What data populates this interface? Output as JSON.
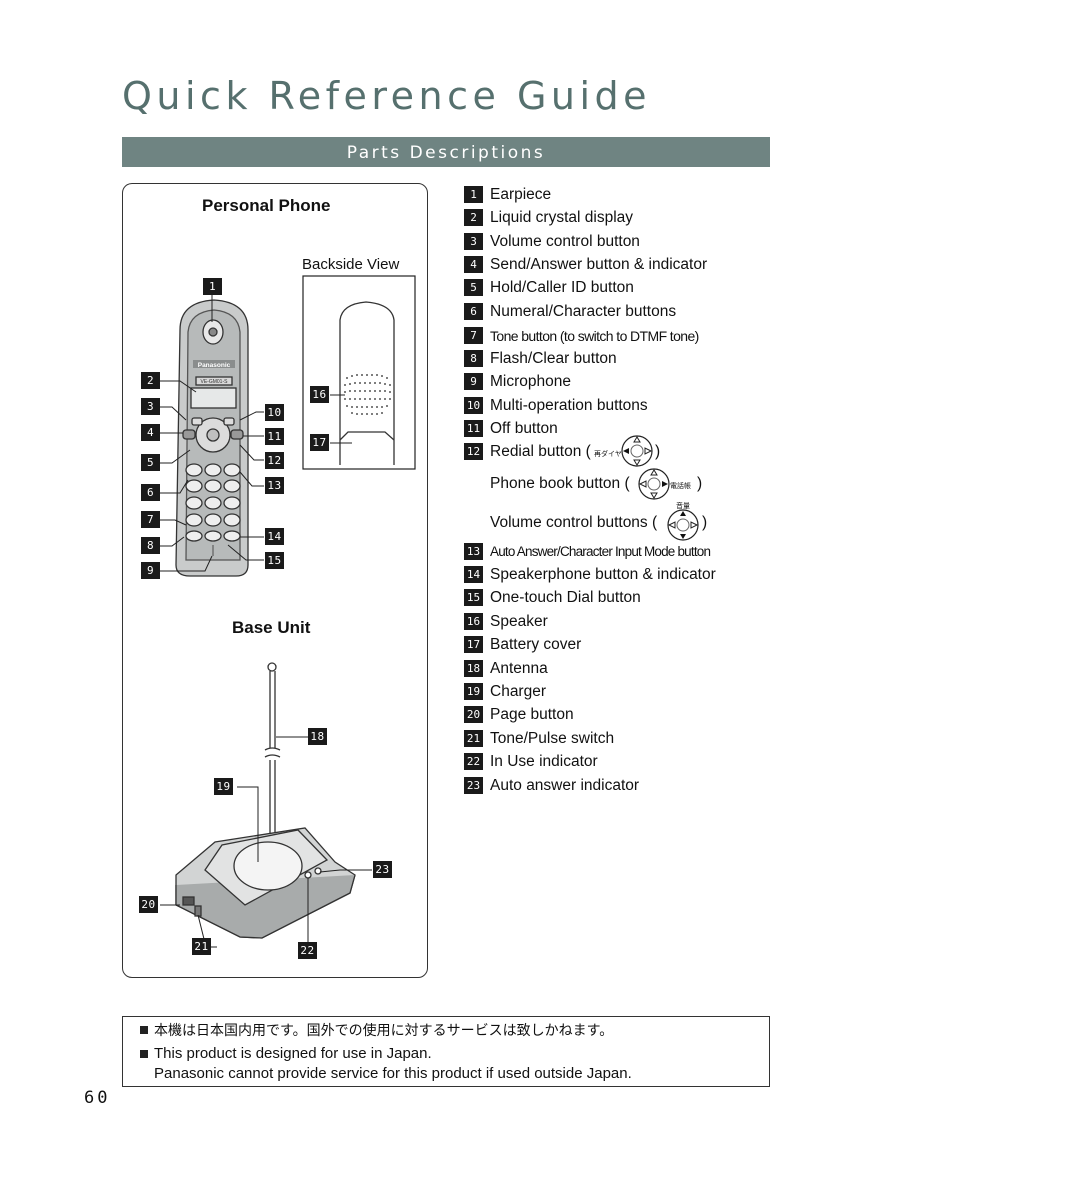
{
  "page_title": "Quick Reference Guide",
  "section_title": "Parts Descriptions",
  "figures": {
    "phone_heading": "Personal Phone",
    "backside_label": "Backside View",
    "base_heading": "Base Unit",
    "brand_logo": "Panasonic",
    "model_label": "VE-GM01-S"
  },
  "parts": [
    {
      "num": "1",
      "label": "Earpiece"
    },
    {
      "num": "2",
      "label": "Liquid crystal display"
    },
    {
      "num": "3",
      "label": "Volume control button"
    },
    {
      "num": "4",
      "label": "Send/Answer button & indicator"
    },
    {
      "num": "5",
      "label": "Hold/Caller ID button"
    },
    {
      "num": "6",
      "label": "Numeral/Character buttons"
    },
    {
      "num": "7",
      "label": "Tone button (to switch to DTMF tone)"
    },
    {
      "num": "8",
      "label": "Flash/Clear button"
    },
    {
      "num": "9",
      "label": "Microphone"
    },
    {
      "num": "10",
      "label": "Multi-operation buttons"
    },
    {
      "num": "11",
      "label": "Off button"
    },
    {
      "num": "12",
      "label": "Redial button ("
    },
    {
      "num": "13",
      "label": "Auto Answer/Character Input Mode button"
    },
    {
      "num": "14",
      "label": "Speakerphone button & indicator"
    },
    {
      "num": "15",
      "label": "One-touch Dial button"
    },
    {
      "num": "16",
      "label": "Speaker"
    },
    {
      "num": "17",
      "label": "Battery cover"
    },
    {
      "num": "18",
      "label": "Antenna"
    },
    {
      "num": "19",
      "label": "Charger"
    },
    {
      "num": "20",
      "label": "Page button"
    },
    {
      "num": "21",
      "label": "Tone/Pulse switch"
    },
    {
      "num": "22",
      "label": "In Use indicator"
    },
    {
      "num": "23",
      "label": "Auto answer indicator"
    }
  ],
  "sub_items": {
    "redial_kana": "再ダイヤル",
    "redial_close": ")",
    "phonebook": "Phone book button (",
    "phonebook_kana": "電話帳",
    "phonebook_close": ")",
    "volume": "Volume control buttons (",
    "volume_kana": "音量",
    "volume_close": ")"
  },
  "notice": {
    "line1": "本機は日本国内用です。国外での使用に対するサービスは致しかねます。",
    "line2": "This product is designed for use in Japan.",
    "line3": "Panasonic cannot provide service for this product if used outside Japan."
  },
  "page_number": "60"
}
